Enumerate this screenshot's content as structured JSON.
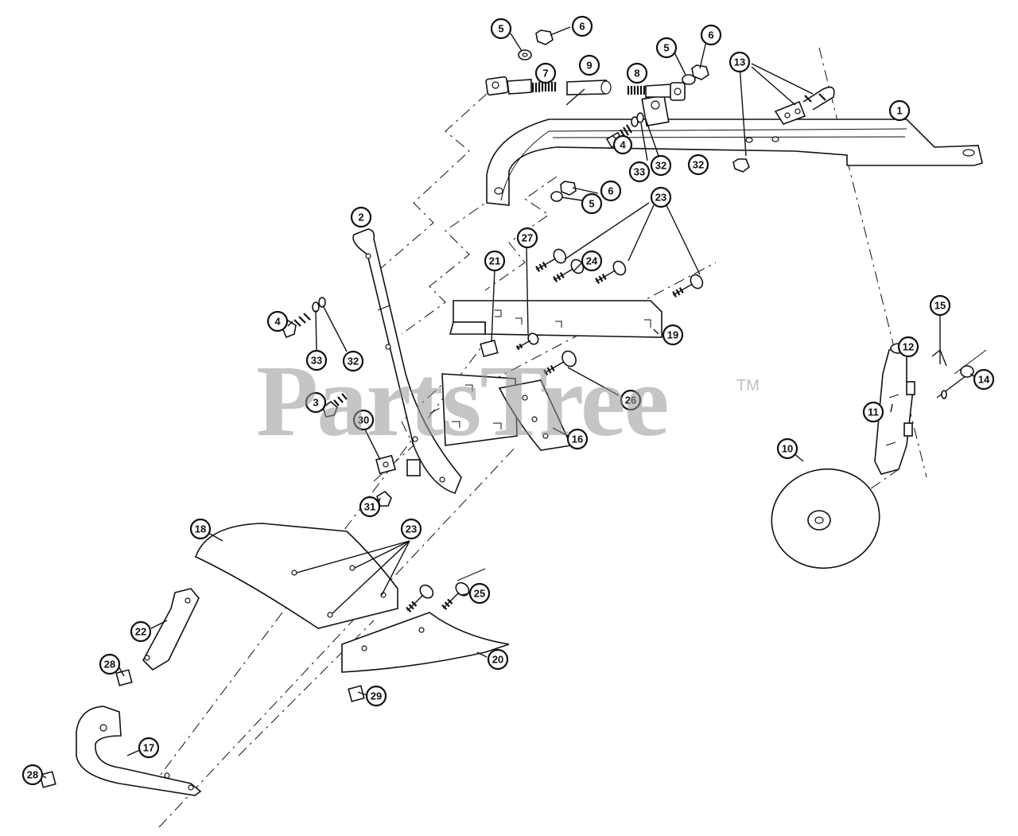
{
  "watermark": {
    "text": "PartsTree",
    "tm": "TM"
  },
  "callouts": {
    "c1": "1",
    "c2": "2",
    "c3": "3",
    "c4a": "4",
    "c4b": "4",
    "c5a": "5",
    "c5b": "5",
    "c5c": "5",
    "c6a": "6",
    "c6b": "6",
    "c6c": "6",
    "c7": "7",
    "c8": "8",
    "c9": "9",
    "c10": "10",
    "c11": "11",
    "c12": "12",
    "c13": "13",
    "c14": "14",
    "c15": "15",
    "c16": "16",
    "c17": "17",
    "c18": "18",
    "c19": "19",
    "c20": "20",
    "c21": "21",
    "c22": "22",
    "c23a": "23",
    "c23b": "23",
    "c24": "24",
    "c25": "25",
    "c26": "26",
    "c27": "27",
    "c28a": "28",
    "c28b": "28",
    "c29": "29",
    "c30": "30",
    "c31": "31",
    "c32a": "32",
    "c32b": "32",
    "c32c": "32",
    "c33a": "33",
    "c33b": "33"
  }
}
